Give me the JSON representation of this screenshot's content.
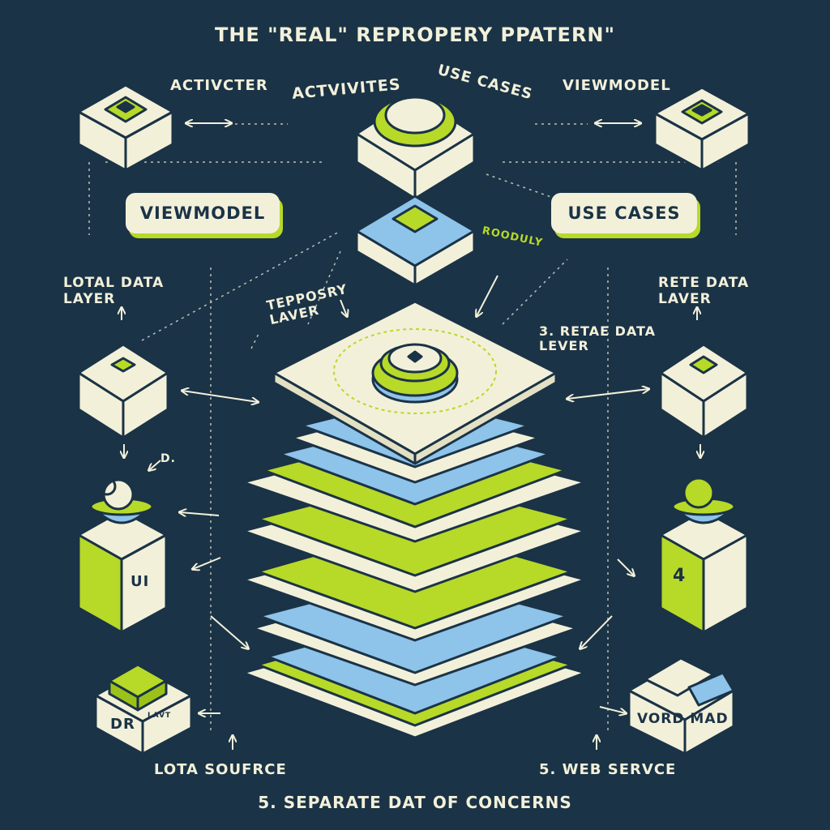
{
  "title": "THE \"REAL\" REPROPERY PPATERN\"",
  "labels": {
    "activcter": "ACTIVCTER",
    "activiites": "ACTVIVITES",
    "use_cases_top": "USE CASES",
    "viewmodel_top": "VIEWMODEL",
    "viewmodel_pill": "VIEWMODEL",
    "use_cases_pill": "USE CASES",
    "repository_small": "ROODULY",
    "local_data_layer": "LOTAL DATA\nLAYER",
    "remote_data_layer": "RETE DATA\nLAVER",
    "repository_layer": "TEPPOSRY\nLAVER",
    "remote_data_lever": "3. RETAE DATA\nLEVER",
    "ui_box": "UI",
    "number_box": "4",
    "dr_box": "DR",
    "dr_box_small": "LAVT",
    "vord_mad": "VORD MAD",
    "data_source": "LOTA SOUFRCE",
    "web_service": "5. WEB SERVCE",
    "footer": "5. SEPARATE DAT OF CONCERNS",
    "small_arrow_label": "D."
  },
  "colors": {
    "background": "#1a3346",
    "cream": "#f3f0da",
    "lime": "#b7d928",
    "blue": "#8ec3ea",
    "navy": "#1a3346"
  }
}
